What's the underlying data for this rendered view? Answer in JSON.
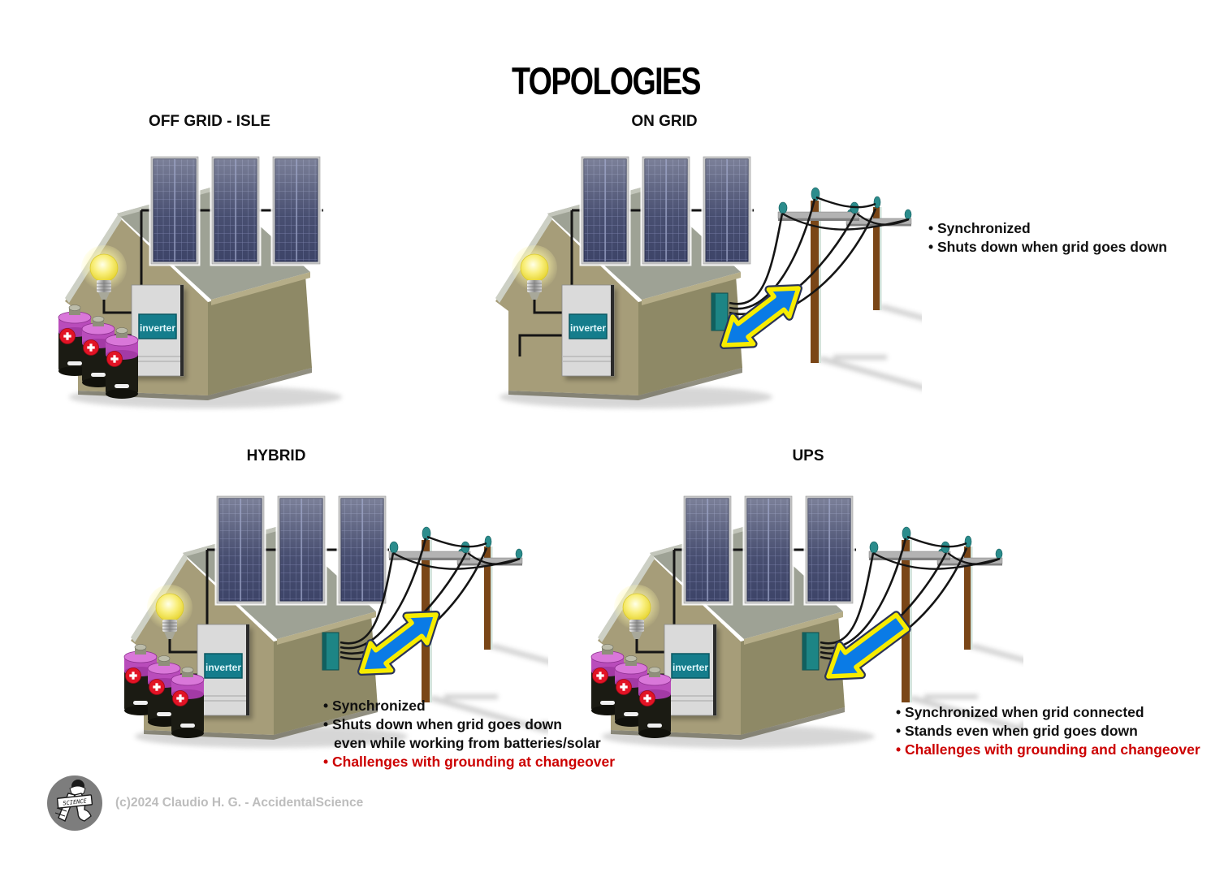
{
  "title": "TOPOLOGIES",
  "inverter_label": "inverter",
  "copyright": {
    "text": "(c)2024 Claudio H. G. - AccidentalScience",
    "logo_text": "SCIENCE"
  },
  "colors": {
    "annotation_text": "#101010",
    "annotation_warning": "#cc0000",
    "arrow_fill": "#0a7be6",
    "arrow_outline": "#f7ec00",
    "house_front": "#a69d79",
    "house_side": "#8e8966",
    "roof": "#9ea295",
    "solar_panel": "#3d4468",
    "battery_band": "#b94cbb",
    "inverter_screen": "#157d8c",
    "pole_wood": "#7a4617",
    "insulator": "#2b8c8c"
  },
  "topologies": [
    {
      "id": "off-grid",
      "label": "OFF GRID - ISLE",
      "annotations": []
    },
    {
      "id": "on-grid",
      "label": "ON GRID",
      "annotations": [
        {
          "text": "• Synchronized"
        },
        {
          "text": "• Shuts down when grid goes down"
        }
      ]
    },
    {
      "id": "hybrid",
      "label": "HYBRID",
      "annotations": [
        {
          "text": "• Synchronized"
        },
        {
          "text": "• Shuts down when grid goes down"
        },
        {
          "text": "even while working from batteries/solar",
          "indent": true
        },
        {
          "text": "• Challenges with grounding at changeover",
          "emphasis": "warning"
        }
      ]
    },
    {
      "id": "ups",
      "label": "UPS",
      "annotations": [
        {
          "text": "• Synchronized when grid connected"
        },
        {
          "text": "• Stands even when grid goes down"
        },
        {
          "text": "• Challenges with grounding and changeover",
          "emphasis": "warning"
        }
      ]
    }
  ]
}
